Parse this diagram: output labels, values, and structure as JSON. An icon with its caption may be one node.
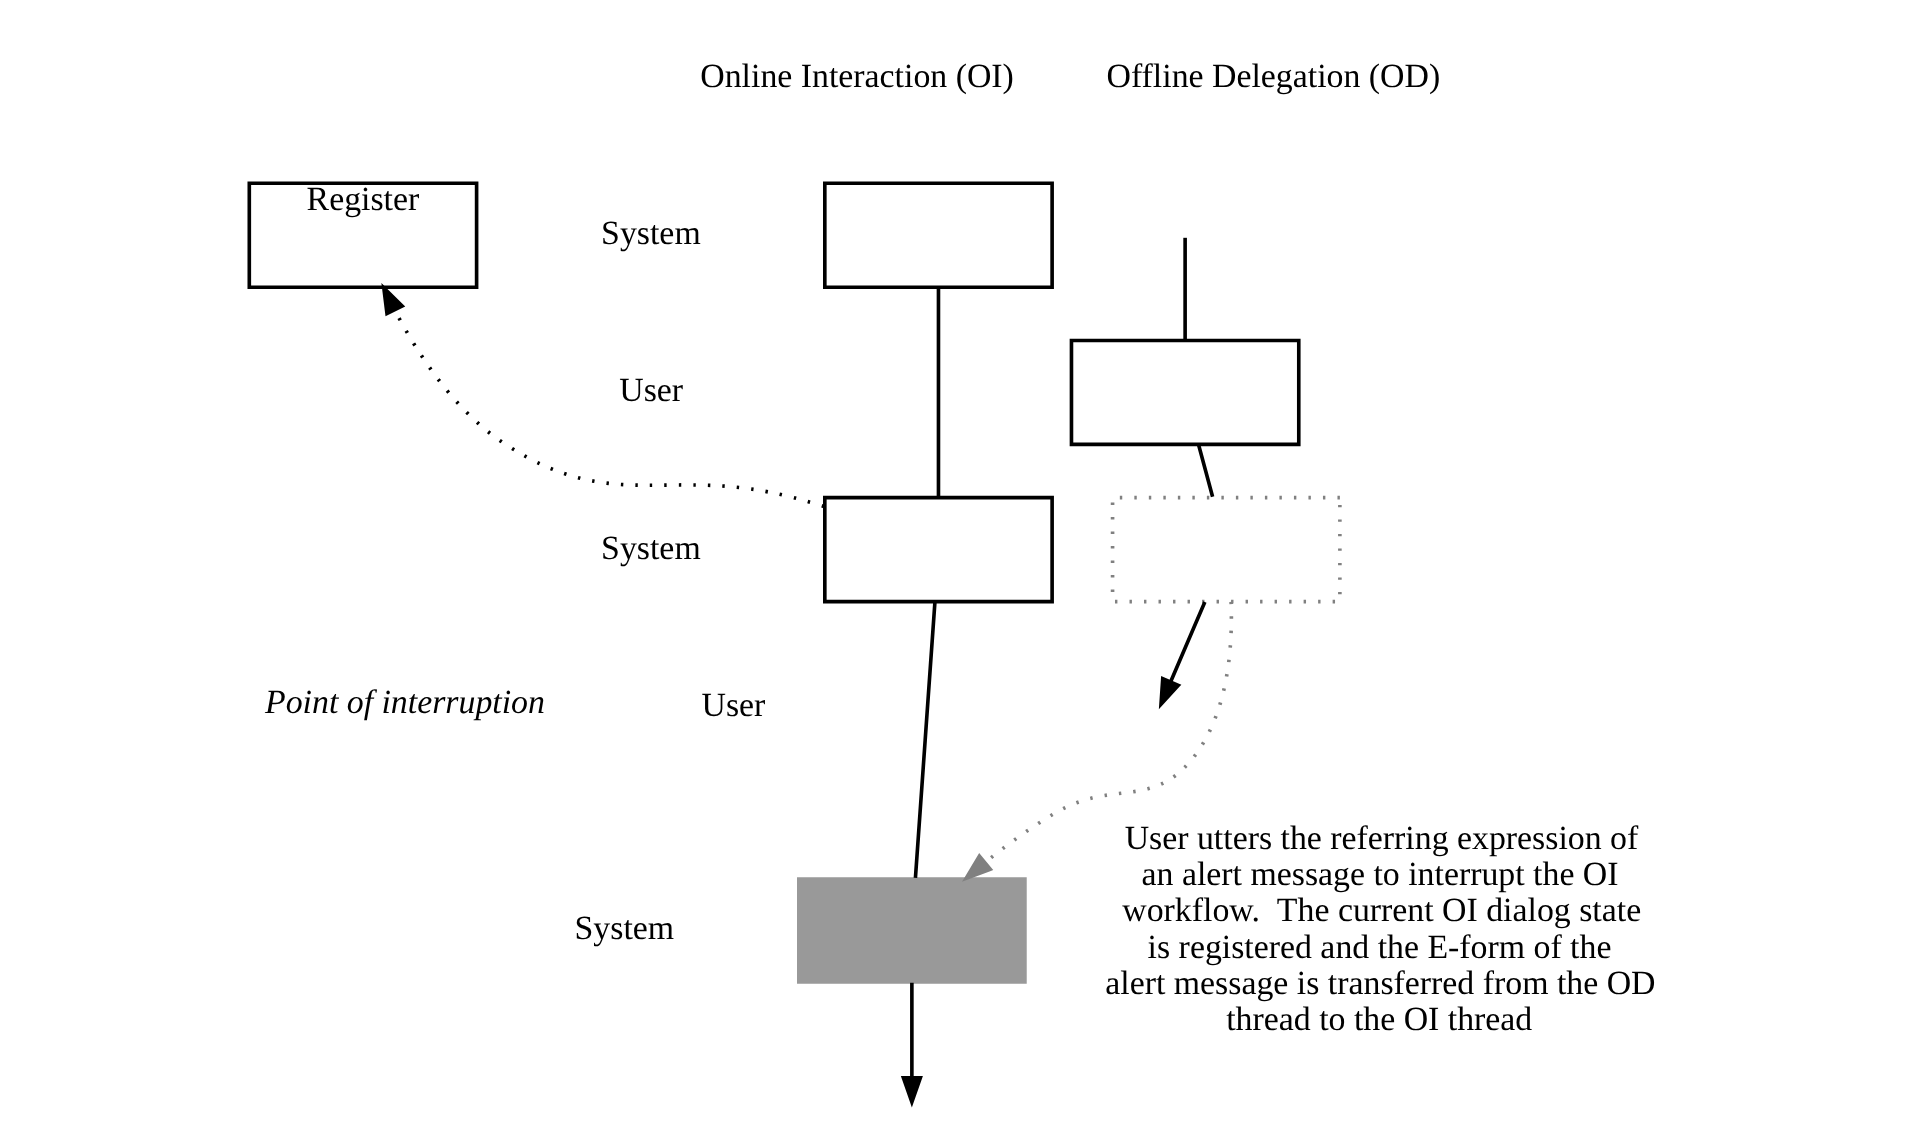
{
  "diagram": {
    "nodes": [
      {
        "text": [
          "Register"
        ]
      },
      {
        "text": [],
        "shape": "box"
      },
      {
        "text": [],
        "shape": "box"
      },
      {
        "text": [],
        "shape": "box"
      },
      {
        "text": [],
        "shape": "box"
      },
      {
        "text": [],
        "shape": "box"
      }
    ],
    "edges": [
      {
        "from": 1,
        "to": 2,
        "arrow": "none"
      },
      {
        "from": 2,
        "to": 3,
        "arrow": "none"
      },
      {
        "from": 3,
        "to": null,
        "arrow": "to"
      },
      {
        "from": 2,
        "to": 0,
        "arrow": "to",
        "style": "dashed"
      },
      {
        "from": null,
        "to": 4,
        "arrow": "none"
      },
      {
        "from": 4,
        "to": 5,
        "arrow": "none"
      },
      {
        "from": 5,
        "to": null,
        "arrow": "to"
      },
      {
        "from": 5,
        "to": 3,
        "arrow": "to",
        "style": "dashed",
        "color": "#808080"
      }
    ],
    "labels": [
      "Online Interaction (OI)",
      "Offline Delegation (OD)",
      "System",
      "User",
      "System",
      "Point of interruption",
      "User",
      "System",
      "User utters the referring expression of an alert message to interrupt the OI workflow.  The current OI dialog state is registered and the E-form of the alert message is transferred from the OD thread to the OI thread"
    ]
  }
}
